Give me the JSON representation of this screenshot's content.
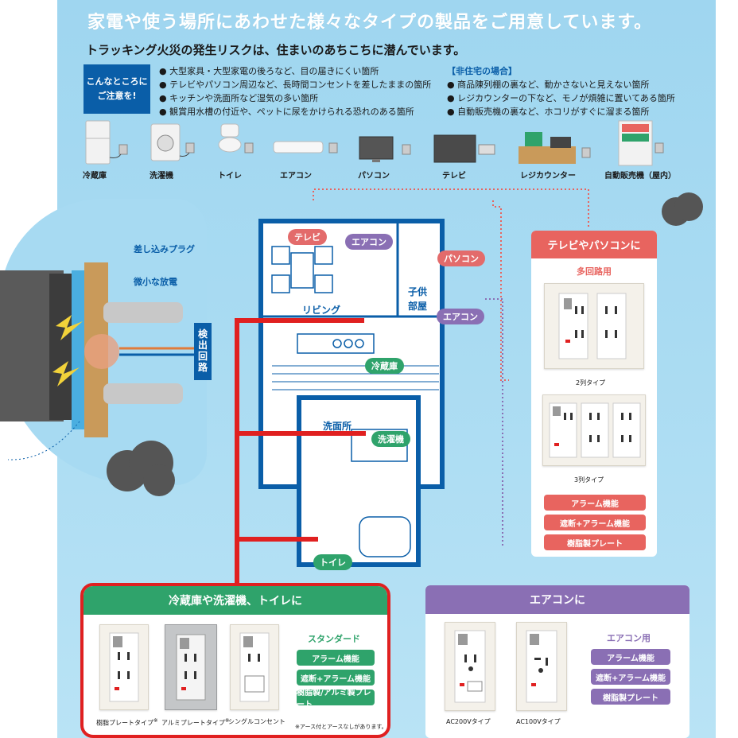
{
  "headline": "家電や使う場所にあわせた様々なタイプの製品をご用意しています。",
  "subhead": "トラッキング火災の発生リスクは、住まいのあちこちに潜んでいます。",
  "caution": {
    "line1": "こんなところに",
    "line2": "ご注意を!"
  },
  "bullets_left": [
    "● 大型家具・大型家電の後ろなど、目の届きにくい箇所",
    "● テレビやパソコン周辺など、長時間コンセントを差したままの箇所",
    "● キッチンや洗面所など湿気の多い箇所",
    "● 観賞用水槽の付近や、ペットに尿をかけられる恐れのある箇所"
  ],
  "bullets_right_header": "【非住宅の場合】",
  "bullets_right": [
    "● 商品陳列棚の裏など、動かさないと見えない箇所",
    "● レジカウンターの下など、モノが煩雑に置いてある箇所",
    "● 自動販売機の裏など、ホコリがすぐに溜まる箇所"
  ],
  "appliances": [
    "冷蔵庫",
    "洗濯機",
    "トイレ",
    "エアコン",
    "パソコン",
    "テレビ",
    "レジカウンター",
    "自動販売機（屋内）"
  ],
  "diagram": {
    "plug": "差し込みプラグ",
    "discharge": "微小な放電",
    "detect": [
      "検",
      "出",
      "回",
      "路"
    ]
  },
  "floor": {
    "living": "リビング",
    "kids_room_1": "子供",
    "kids_room_2": "部屋",
    "washroom": "洗面所",
    "tags": {
      "tv": "テレビ",
      "aircon1": "エアコン",
      "pc": "パソコン",
      "aircon2": "エアコン",
      "fridge": "冷蔵庫",
      "washer": "洗濯機",
      "toilet": "トイレ"
    }
  },
  "panel_tv": {
    "title": "テレビやパソコンに",
    "subtitle": "多回路用",
    "type2": "2列タイプ",
    "type3": "3列タイプ",
    "features": [
      "アラーム機能",
      "遮断+アラーム機能",
      "樹脂製プレート"
    ]
  },
  "panel_fridge": {
    "title": "冷蔵庫や洗濯機、トイレに",
    "std_title": "スタンダード",
    "features": [
      "アラーム機能",
      "遮断+アラーム機能",
      "樹脂製/アルミ製プレート"
    ],
    "plate1": "樹脂プレートタイプ",
    "plate2": "アルミプレートタイプ",
    "plate3": "シングルコンセント",
    "note_mark": "※",
    "note": "※アース付とアースなしがあります。"
  },
  "panel_aircon": {
    "title": "エアコンに",
    "sub_title": "エアコン用",
    "features": [
      "アラーム機能",
      "遮断+アラーム機能",
      "樹脂製プレート"
    ],
    "plate1": "AC200Vタイプ",
    "plate2": "AC100Vタイプ"
  },
  "colors": {
    "sky": "#a9dbf2",
    "navy": "#0a5ea8",
    "red": "#e8645f",
    "purple": "#8a6fb4",
    "green": "#2fa36b",
    "alert": "#e02020"
  }
}
